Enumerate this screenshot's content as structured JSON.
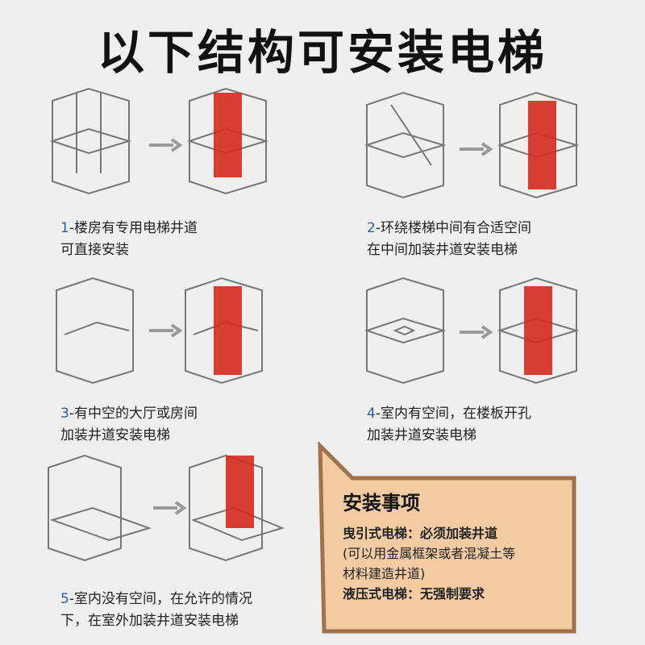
{
  "title": "以下结构可安装电梯",
  "colors": {
    "shaft": "#d42a1e",
    "number": "#2a5db0",
    "note_bg": "#f2cba3",
    "note_border": "#a0724c"
  },
  "items": [
    {
      "num": "1",
      "line1": "-楼房有专用电梯井道",
      "line2": "可直接安装"
    },
    {
      "num": "2",
      "line1": "-环绕楼梯中间有合适空间",
      "line2": "在中间加装井道安装电梯"
    },
    {
      "num": "3",
      "line1": "-有中空的大厅或房间",
      "line2": "加装井道安装电梯"
    },
    {
      "num": "4",
      "line1": "-室内有空间，在楼板开孔",
      "line2": "加装井道安装电梯"
    },
    {
      "num": "5",
      "line1": "-室内没有空间，在允许的情况",
      "line2": "下，在室外加装井道安装电梯"
    }
  ],
  "note": {
    "title": "安装事项",
    "line1": "曳引式电梯：必须加装井道",
    "line2": "(可以用金属框架或者混凝土等",
    "line3": "材料建造井道)",
    "line4": "液压式电梯：无强制要求"
  }
}
